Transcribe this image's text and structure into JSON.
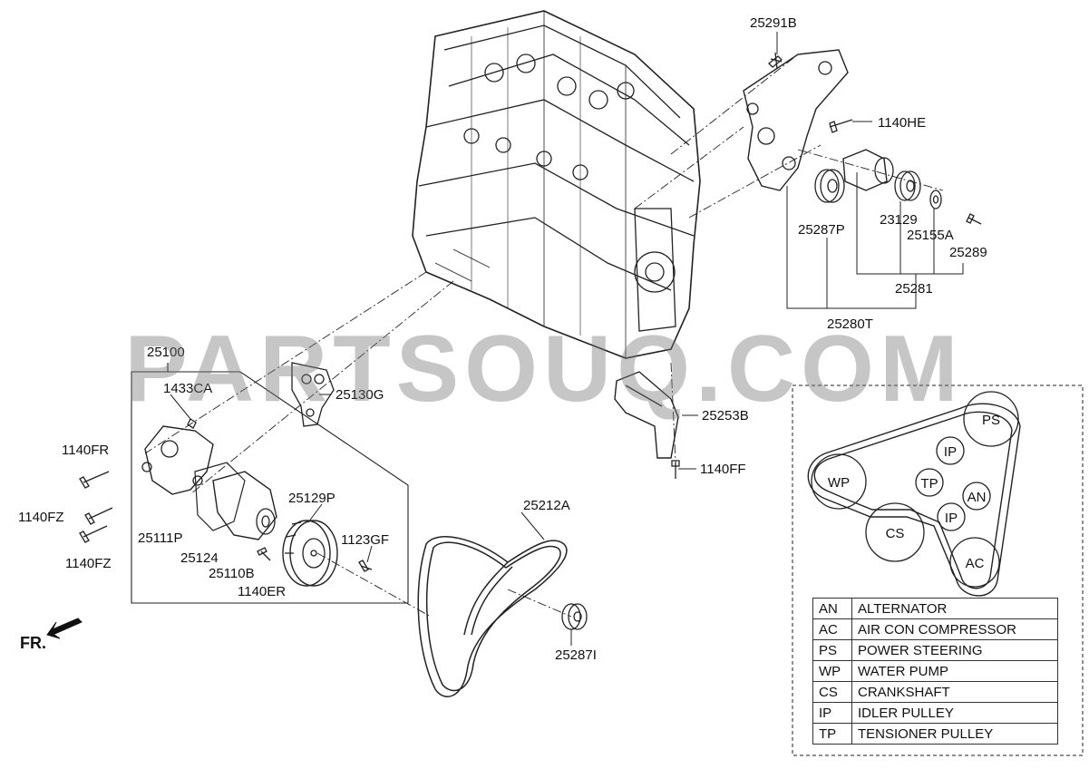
{
  "watermark": "PARTSOUQ.COM",
  "direction_label": "FR.",
  "part_labels": {
    "p25291B": "25291B",
    "p1140HE": "1140HE",
    "p25287P": "25287P",
    "p23129": "23129",
    "p25155A": "25155A",
    "p25289": "25289",
    "p25281": "25281",
    "p25280T": "25280T",
    "p25100": "25100",
    "p1433CA": "1433CA",
    "p25130G": "25130G",
    "p25253B": "25253B",
    "p1140FF": "1140FF",
    "p1140FR": "1140FR",
    "p1140FZ_a": "1140FZ",
    "p1140FZ_b": "1140FZ",
    "p25111P": "25111P",
    "p25124": "25124",
    "p25110B": "25110B",
    "p1140ER": "1140ER",
    "p25129P": "25129P",
    "p1123GF": "1123GF",
    "p25212A": "25212A",
    "p25287I": "25287I"
  },
  "belt_diagram": {
    "pulleys": [
      "PS",
      "IP",
      "TP",
      "WP",
      "AN",
      "IP",
      "CS",
      "AC"
    ]
  },
  "legend": [
    {
      "code": "AN",
      "name": "ALTERNATOR"
    },
    {
      "code": "AC",
      "name": "AIR CON COMPRESSOR"
    },
    {
      "code": "PS",
      "name": "POWER STEERING"
    },
    {
      "code": "WP",
      "name": "WATER PUMP"
    },
    {
      "code": "CS",
      "name": "CRANKSHAFT"
    },
    {
      "code": "IP",
      "name": "IDLER PULLEY"
    },
    {
      "code": "TP",
      "name": "TENSIONER PULLEY"
    }
  ]
}
